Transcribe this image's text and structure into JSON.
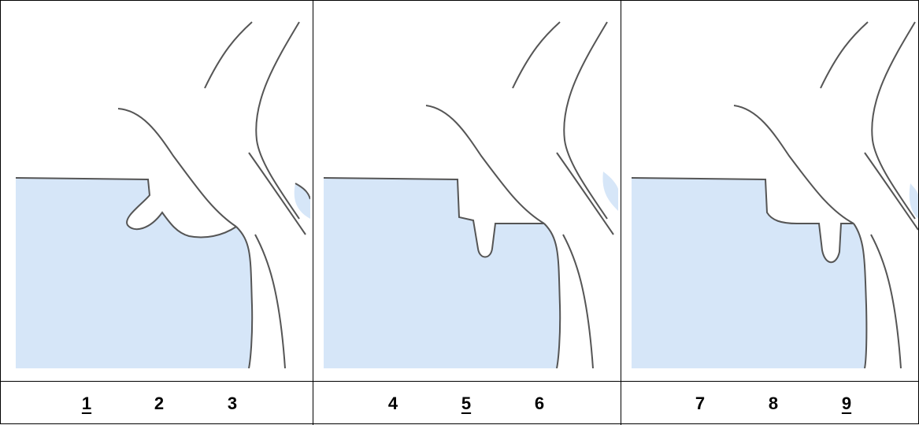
{
  "colors": {
    "fluid": "#d6e6f8",
    "outline": "#555555",
    "border": "#000000"
  },
  "panels": [
    {
      "id": "panel-1",
      "variant": "bulge-left"
    },
    {
      "id": "panel-2",
      "variant": "drop-center"
    },
    {
      "id": "panel-3",
      "variant": "drop-right"
    }
  ],
  "labels": [
    {
      "text": "1",
      "underlined": true
    },
    {
      "text": "2",
      "underlined": false
    },
    {
      "text": "3",
      "underlined": false
    },
    {
      "text": "4",
      "underlined": false
    },
    {
      "text": "5",
      "underlined": true
    },
    {
      "text": "6",
      "underlined": false
    },
    {
      "text": "7",
      "underlined": false
    },
    {
      "text": "8",
      "underlined": false
    },
    {
      "text": "9",
      "underlined": true
    }
  ]
}
